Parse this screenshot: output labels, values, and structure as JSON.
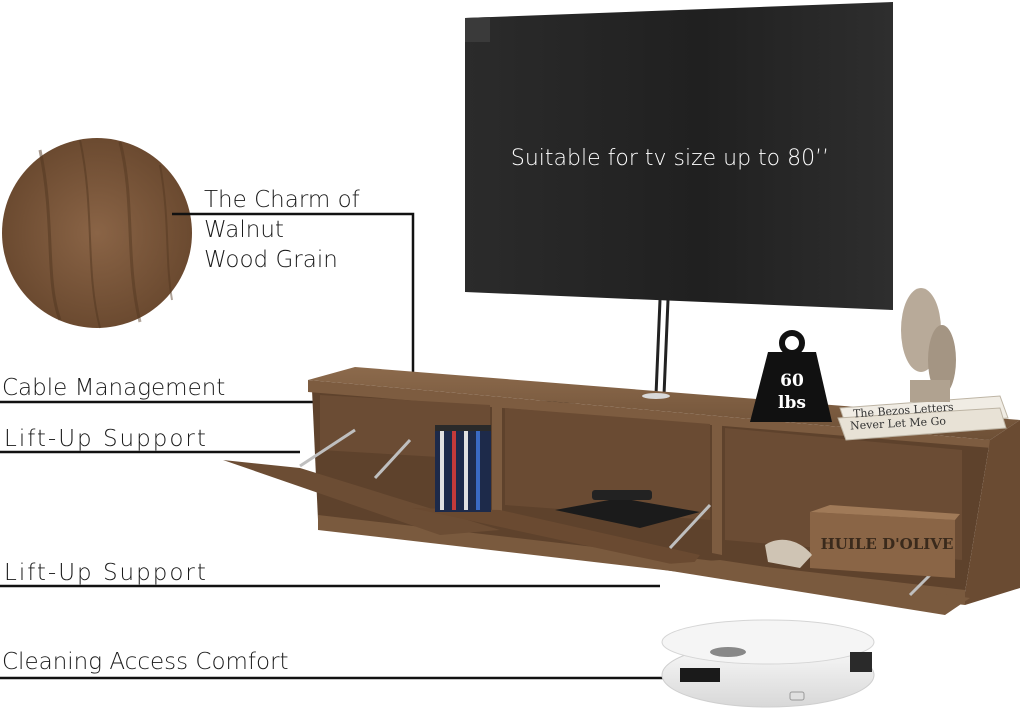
{
  "labels": {
    "wood_grain_line1": "The Charm of",
    "wood_grain_line2": "Walnut",
    "wood_grain_line3": "Wood Grain",
    "cable_management": "Cable Management",
    "lift_up_support_1": "Lift-Up Support",
    "lift_up_support_2": "Lift-Up Support",
    "cleaning_access": "Cleaning Access Comfort"
  },
  "tv": {
    "caption": "Suitable for tv size up to 80’’"
  },
  "weight": {
    "line1": "60",
    "line2": "lbs"
  },
  "books": {
    "book1": "The Bezos Letters",
    "book2": "Never Let Me Go"
  },
  "crate": {
    "text": "HUILE D'OLIVE"
  },
  "colors": {
    "walnut": "#7a5a3e",
    "walnut_dark": "#5a3e28",
    "tv_screen": "#262626",
    "line": "#111111"
  }
}
